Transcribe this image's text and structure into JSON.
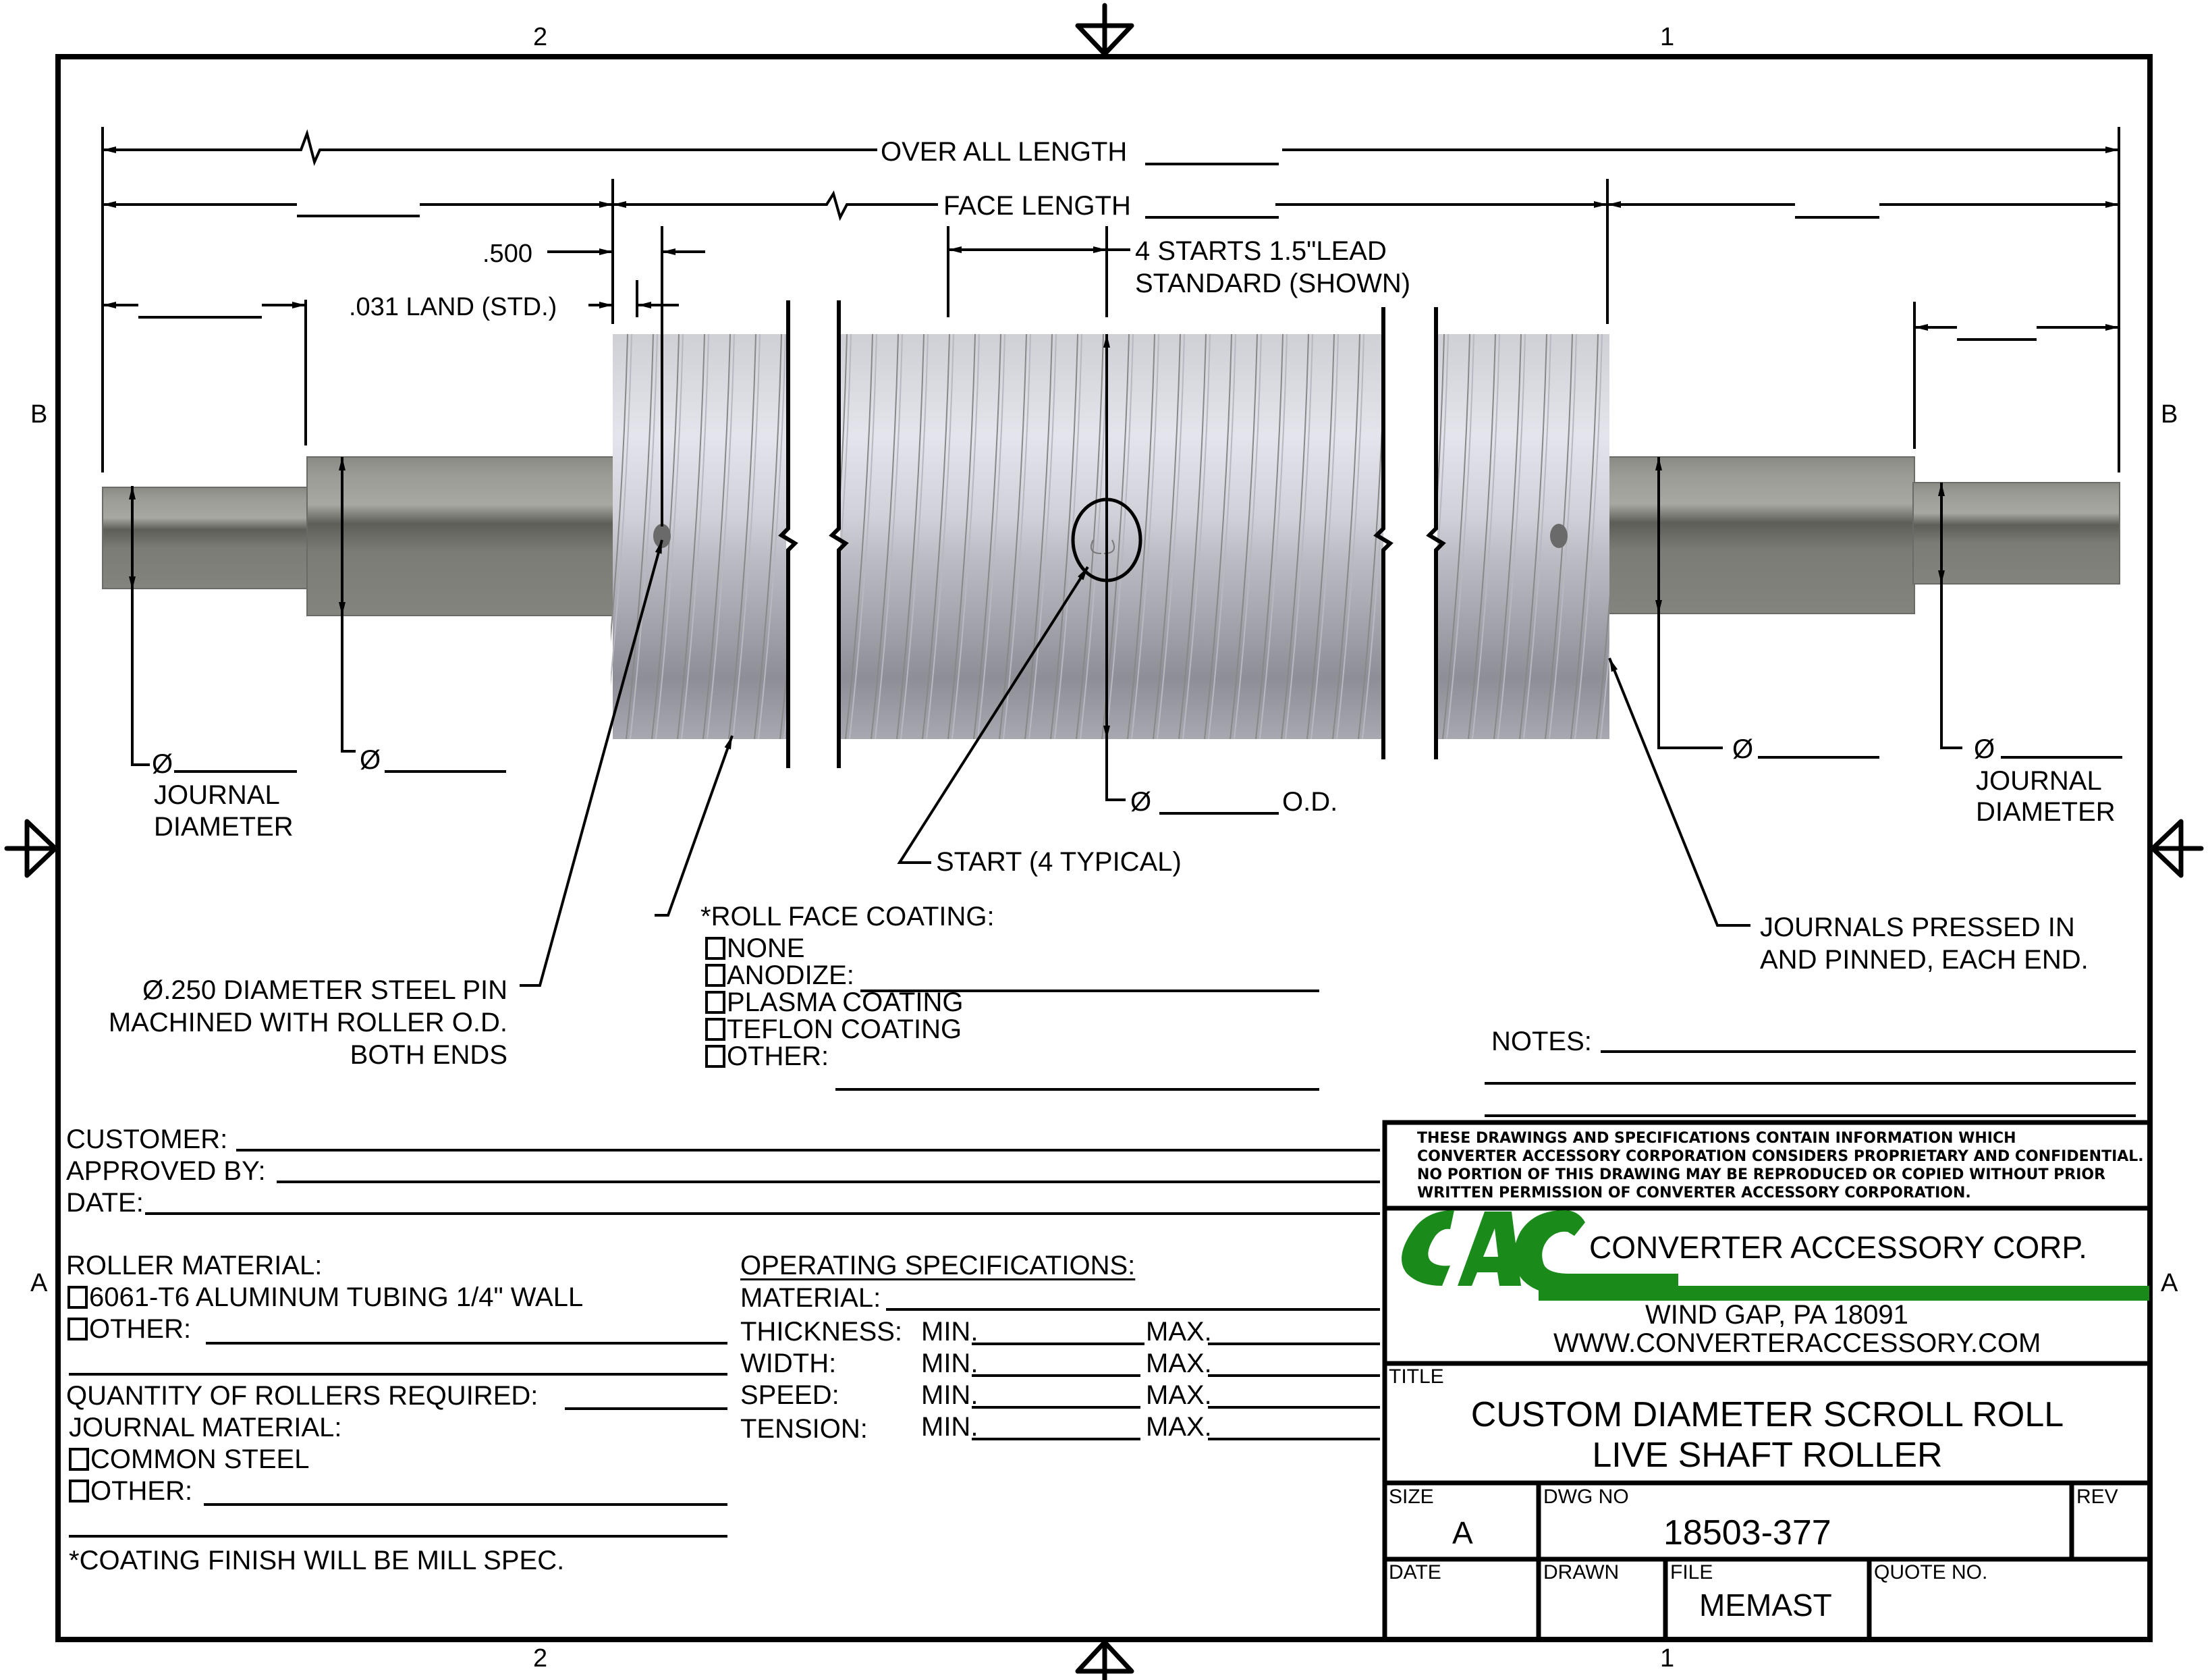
{
  "colors": {
    "line": "#000000",
    "brand_green": "#1a8a1a",
    "roller_light": "#d4d4dc",
    "roller_dark": "#8e8e96",
    "shaft_light": "#9a9a94",
    "shaft_dark": "#5e5e58"
  },
  "border": {
    "zones_top": [
      "2",
      "1"
    ],
    "zones_bottom": [
      "2",
      "1"
    ],
    "zones_left": [
      "B",
      "A"
    ],
    "zones_right": [
      "B",
      "A"
    ]
  },
  "dimensions": {
    "overall_length": "OVER ALL LENGTH",
    "face_length": "FACE LENGTH",
    "pin_offset": ".500",
    "land": ".031 LAND (STD.)",
    "lead_line1": "4 STARTS 1.5\"LEAD",
    "lead_line2": "STANDARD (SHOWN)",
    "diameter_symbol": "Ø",
    "od_suffix": "O.D.",
    "journal_diameter_line1": "JOURNAL",
    "journal_diameter_line2": "DIAMETER"
  },
  "callouts": {
    "start": "START (4 TYPICAL)",
    "pin_line1": "Ø.250 DIAMETER STEEL PIN",
    "pin_line2": "MACHINED WITH ROLLER O.D.",
    "pin_line3": "BOTH ENDS",
    "journals_line1": "JOURNALS PRESSED IN",
    "journals_line2": "AND PINNED, EACH END."
  },
  "roll_face_coating": {
    "heading": "*ROLL FACE COATING:",
    "options": [
      {
        "label": "NONE",
        "checked": false,
        "has_blank": false
      },
      {
        "label": "ANODIZE:",
        "checked": false,
        "has_blank": true
      },
      {
        "label": "PLASMA COATING",
        "checked": false,
        "has_blank": false
      },
      {
        "label": "TEFLON COATING",
        "checked": false,
        "has_blank": false
      },
      {
        "label": "OTHER:",
        "checked": false,
        "has_blank": true
      }
    ]
  },
  "notes": {
    "label": "NOTES:"
  },
  "customer_block": {
    "customer": "CUSTOMER:",
    "approved_by": "APPROVED BY:",
    "date": "DATE:"
  },
  "roller_material": {
    "heading": "ROLLER MATERIAL:",
    "options": [
      {
        "label": "6061-T6 ALUMINUM TUBING 1/4\" WALL",
        "checked": false
      },
      {
        "label": "OTHER:",
        "checked": false
      }
    ]
  },
  "quantity": {
    "label": "QUANTITY OF ROLLERS REQUIRED:"
  },
  "journal_material": {
    "heading": "JOURNAL MATERIAL:",
    "options": [
      {
        "label": "COMMON STEEL",
        "checked": false
      },
      {
        "label": "OTHER:",
        "checked": false
      }
    ]
  },
  "coating_note": "*COATING FINISH WILL BE MILL SPEC.",
  "operating_specs": {
    "heading": "OPERATING SPECIFICATIONS:",
    "material": "MATERIAL:",
    "min_label": "MIN.",
    "max_label": "MAX.",
    "rows": [
      "THICKNESS:",
      "WIDTH:",
      "SPEED:",
      "TENSION:"
    ]
  },
  "title_block": {
    "disclaimer": [
      "THESE DRAWINGS AND SPECIFICATIONS CONTAIN INFORMATION WHICH",
      "CONVERTER ACCESSORY CORPORATION CONSIDERS PROPRIETARY AND CONFIDENTIAL.",
      "NO PORTION OF THIS DRAWING MAY BE REPRODUCED OR COPIED WITHOUT PRIOR",
      "WRITTEN PERMISSION OF CONVERTER ACCESSORY CORPORATION."
    ],
    "logo_text": "CAC",
    "company": "CONVERTER ACCESSORY CORP.",
    "address": "WIND GAP, PA 18091",
    "website": "WWW.CONVERTERACCESSORY.COM",
    "title_label": "TITLE",
    "title_line1": "CUSTOM DIAMETER SCROLL ROLL",
    "title_line2": "LIVE SHAFT ROLLER",
    "size_label": "SIZE",
    "size_value": "A",
    "dwg_no_label": "DWG NO",
    "dwg_no_value": "18503-377",
    "rev_label": "REV",
    "date_label": "DATE",
    "drawn_label": "DRAWN",
    "file_label": "FILE",
    "file_value": "MEMAST",
    "quote_label": "QUOTE NO."
  }
}
